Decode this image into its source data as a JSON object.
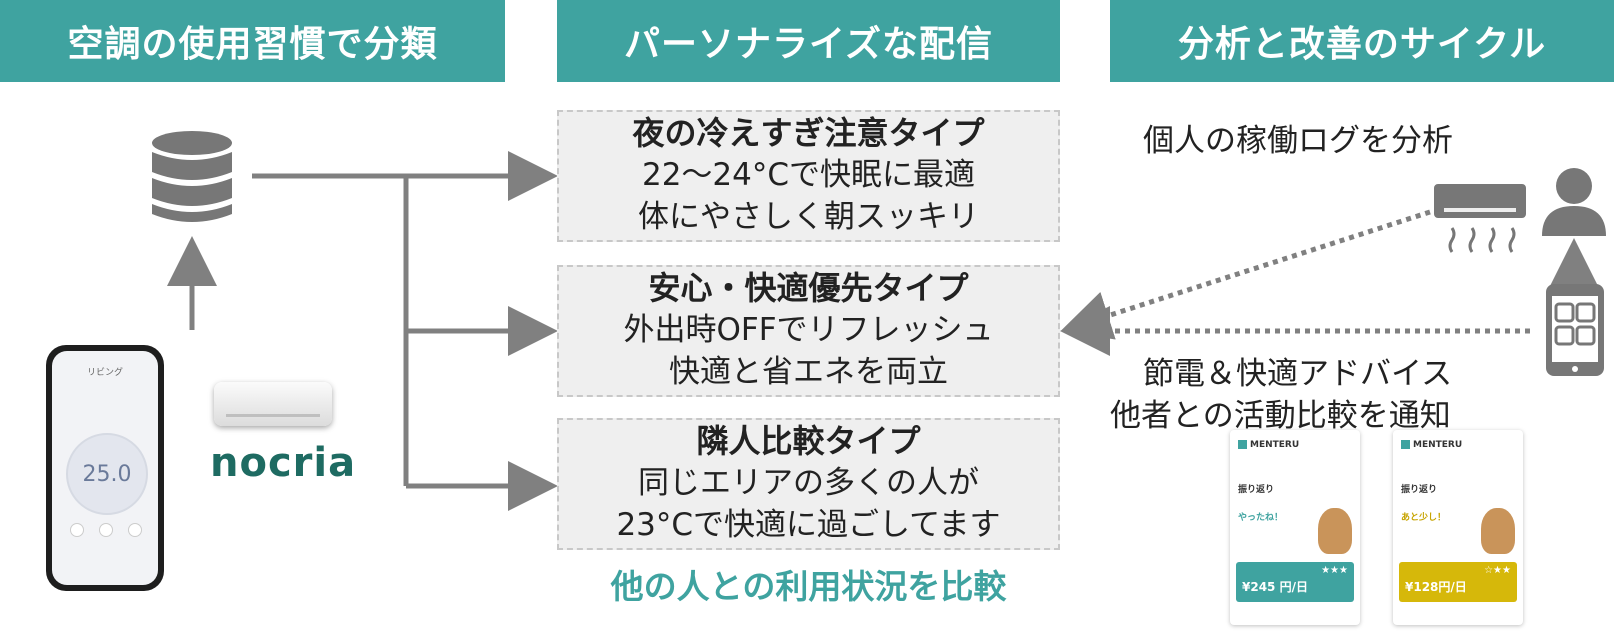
{
  "headers": {
    "left": "空調の使用習慣で分類",
    "center": "パーソナライズな配信",
    "right": "分析と改善のサイクル"
  },
  "types": [
    {
      "title": "夜の冷えすぎ注意タイプ",
      "line1": "22〜24°Cで快眠に最適",
      "line2": "体にやさしく朝スッキリ"
    },
    {
      "title": "安心・快適優先タイプ",
      "line1": "外出時OFFでリフレッシュ",
      "line2": "快適と省エネを両立"
    },
    {
      "title": "隣人比較タイプ",
      "line1": "同じエリアの多くの人が",
      "line2": "23°Cで快適に過ごしてます"
    }
  ],
  "compare_caption": "他の人との利用状況を比較",
  "right_texts": {
    "analyze": "個人の稼働ログを分析",
    "advice": "節電＆快適アドバイス",
    "notify": "他者との活動比較を通知"
  },
  "phone": {
    "room": "リビング",
    "temperature": "25.0"
  },
  "brand": "nocria",
  "cards": [
    {
      "app_name": "MENTERU",
      "section": "振り返り",
      "greeting": "やったね！",
      "amount": "¥245 円/日",
      "stars": "★★★"
    },
    {
      "app_name": "MENTERU",
      "section": "振り返り",
      "greeting": "あと少し！",
      "amount": "¥128円/日",
      "stars": "☆★★"
    }
  ],
  "colors": {
    "teal": "#3fa3a0",
    "arrow": "#808080",
    "yellow": "#d6b80a"
  },
  "icons": [
    "database-icon",
    "aircon-icon",
    "person-icon",
    "smartphone-app-icon"
  ]
}
